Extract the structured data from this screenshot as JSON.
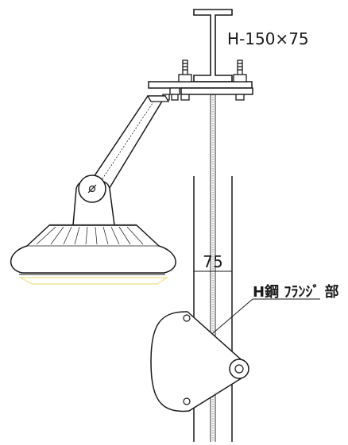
{
  "labels": {
    "beam_size": "H-150×75",
    "dimension": "75",
    "flange_label": "H鋼 ﾌﾗﾝｼﾞ 部"
  },
  "colors": {
    "line": "#1a1a1a",
    "light_glow": "#e8d96a"
  }
}
